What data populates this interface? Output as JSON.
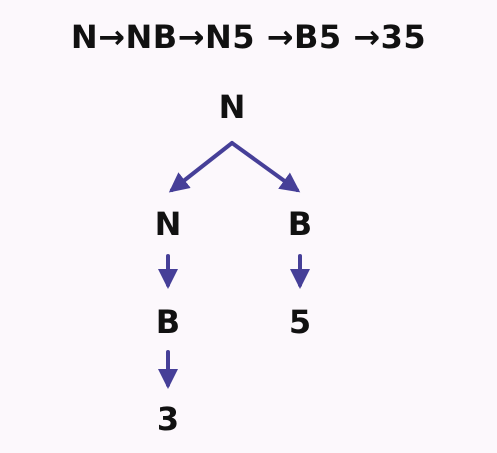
{
  "derivation": "N→NB→N5 →B5 →35",
  "tree": {
    "root": "N",
    "left_child": "N",
    "right_child": "B",
    "left_grandchild": "B",
    "right_grandchild": "5",
    "left_leaf": "3"
  },
  "colors": {
    "arrow": "#463f98",
    "text": "#111111",
    "background": "#fcf8fc"
  }
}
